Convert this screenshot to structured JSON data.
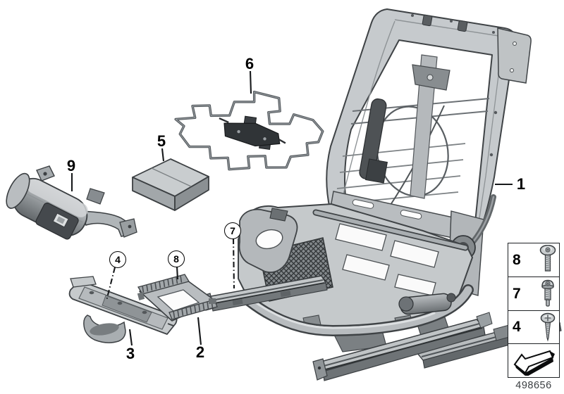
{
  "diagram": {
    "number": "498656"
  },
  "callouts": {
    "c1": {
      "label": "1",
      "style": "plain",
      "leader": "solid"
    },
    "c2": {
      "label": "2",
      "style": "plain",
      "leader": "solid"
    },
    "c3": {
      "label": "3",
      "style": "plain",
      "leader": "solid"
    },
    "c4": {
      "label": "4",
      "style": "circled",
      "leader": "dash-dot"
    },
    "c5": {
      "label": "5",
      "style": "plain",
      "leader": "solid"
    },
    "c6": {
      "label": "6",
      "style": "plain",
      "leader": "solid"
    },
    "c7": {
      "label": "7",
      "style": "circled",
      "leader": "dash-dot"
    },
    "c8": {
      "label": "8",
      "style": "circled",
      "leader": "solid"
    },
    "c9": {
      "label": "9",
      "style": "plain",
      "leader": "solid"
    }
  },
  "legend": {
    "rows": [
      {
        "label": "8",
        "icon": "button-head-screw-icon"
      },
      {
        "label": "7",
        "icon": "shoulder-screw-icon"
      },
      {
        "label": "4",
        "icon": "self-tapping-screw-icon"
      }
    ],
    "arrow_icon": "direction-arrow-icon"
  },
  "colors": {
    "background": "#ffffff",
    "outline": "#3e4245",
    "metal_light": "#c9cdcf",
    "metal_mid": "#a9aeb1",
    "metal_dark": "#7d8285",
    "dark_detail": "#2f3336",
    "label": "#000000"
  }
}
